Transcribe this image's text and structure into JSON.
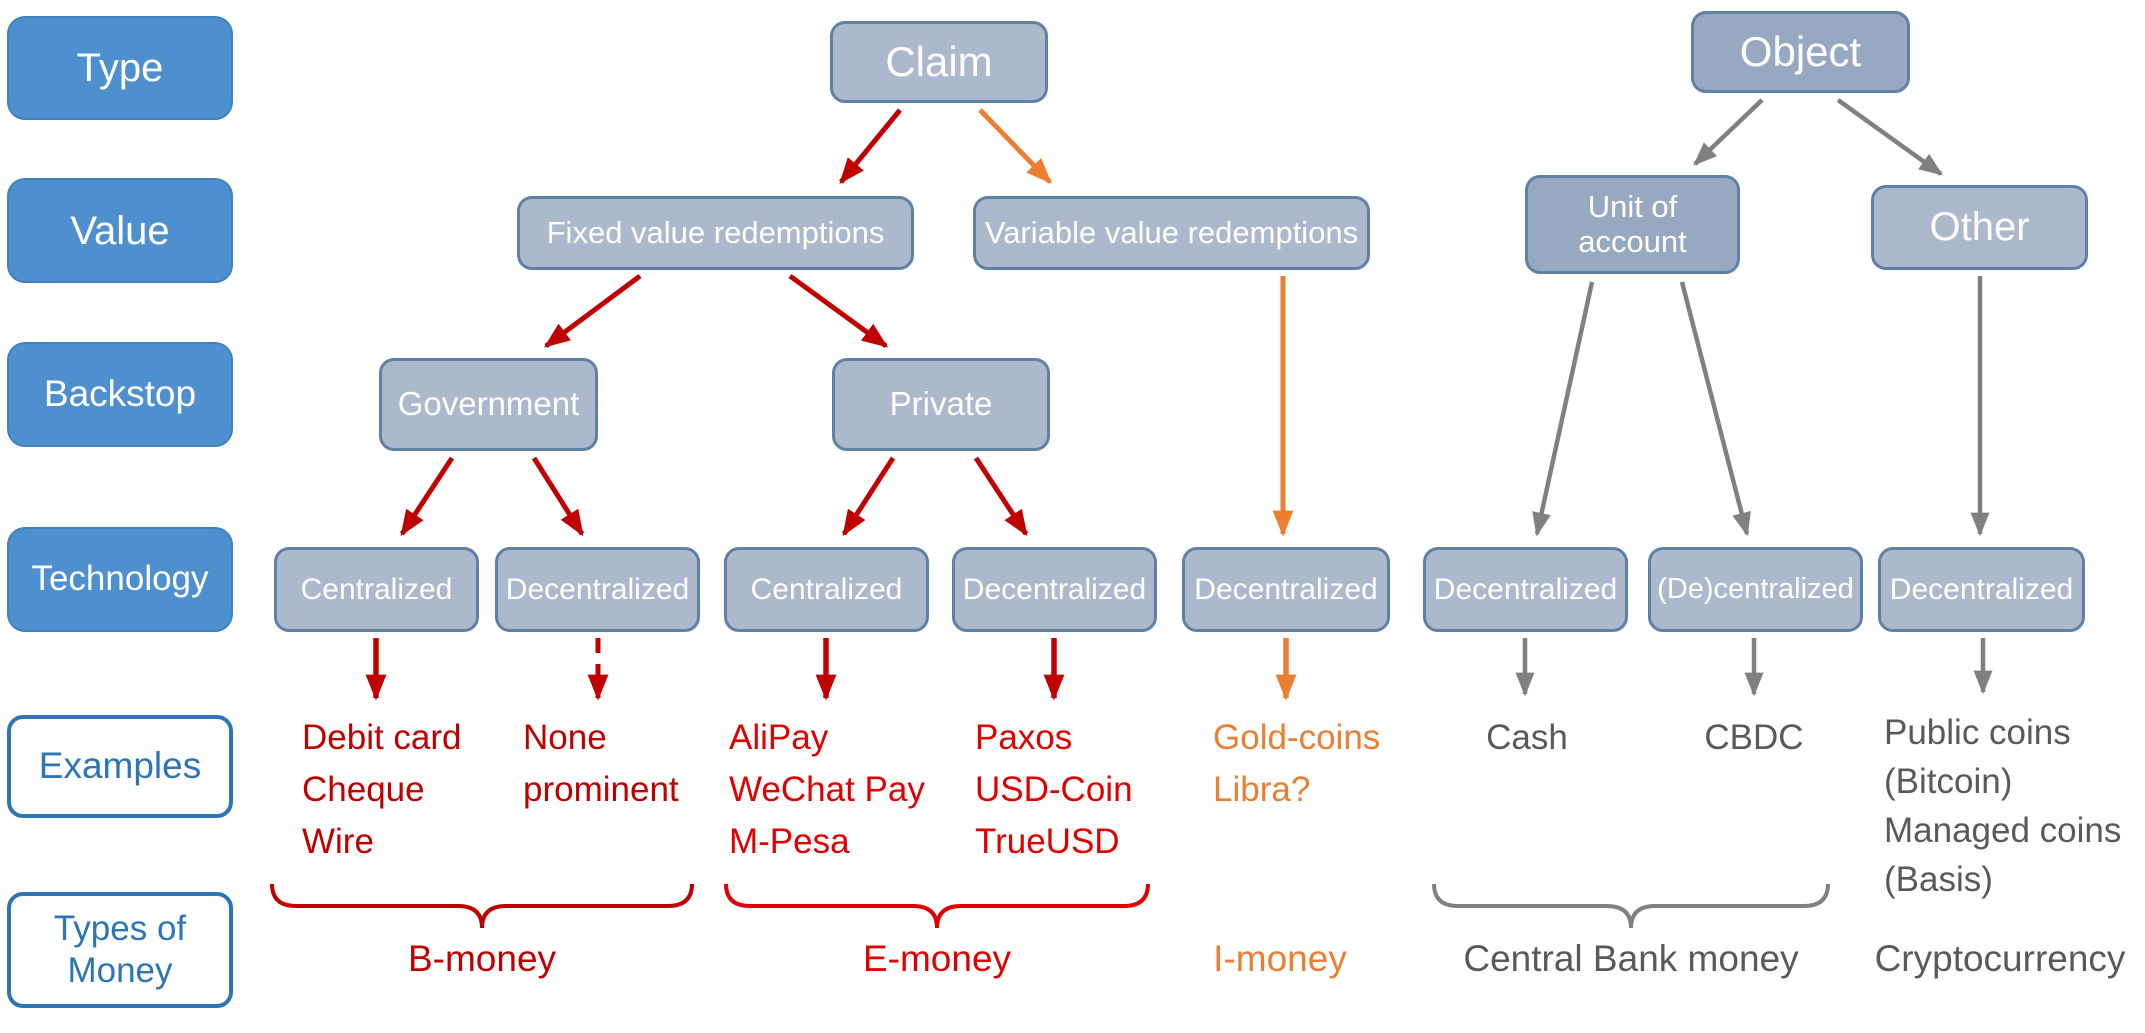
{
  "colors": {
    "label_blue": "#4E90CE",
    "outline_blue": "#2E75B6",
    "node_fill": "#ACB9CC",
    "node_fill_dark": "#97A9C0",
    "node_border": "#5E81A5",
    "dark_red": "#C00000",
    "red": "#E00000",
    "orange": "#ED7D31",
    "text_gray": "#595959",
    "arrow_gray": "#808080"
  },
  "row_labels": {
    "type": "Type",
    "value": "Value",
    "backstop": "Backstop",
    "technology": "Technology",
    "examples": "Examples",
    "types_of_money": "Types of Money"
  },
  "nodes": {
    "claim": "Claim",
    "object": "Object",
    "fixed_value": "Fixed value redemptions",
    "variable_value": "Variable value redemptions",
    "unit_of_account": "Unit of account",
    "other": "Other",
    "government": "Government",
    "private": "Private",
    "gov_centralized": "Centralized",
    "gov_decentralized": "Decentralized",
    "priv_centralized": "Centralized",
    "priv_decentralized": "Decentralized",
    "variable_decentralized": "Decentralized",
    "uoa_decentralized": "Decentralized",
    "uoa_de_centralized": "(De)centralized",
    "other_decentralized": "Decentralized"
  },
  "examples": {
    "gov_centralized": [
      "Debit card",
      "Cheque",
      "Wire"
    ],
    "gov_decentralized": [
      "None",
      "prominent"
    ],
    "priv_centralized": [
      "AliPay",
      "WeChat Pay",
      "M-Pesa"
    ],
    "priv_decentralized": [
      "Paxos",
      "USD-Coin",
      "TrueUSD"
    ],
    "variable_decentralized": [
      "Gold-coins",
      "Libra?"
    ],
    "uoa_decentralized": [
      "Cash"
    ],
    "uoa_de_centralized": [
      "CBDC"
    ],
    "other_decentralized": [
      "Public coins",
      "(Bitcoin)",
      "Managed coins",
      "(Basis)"
    ]
  },
  "money_types": {
    "b": "B-money",
    "e": "E-money",
    "i": "I-money",
    "central_bank": "Central Bank money",
    "crypto": "Cryptocurrency"
  }
}
